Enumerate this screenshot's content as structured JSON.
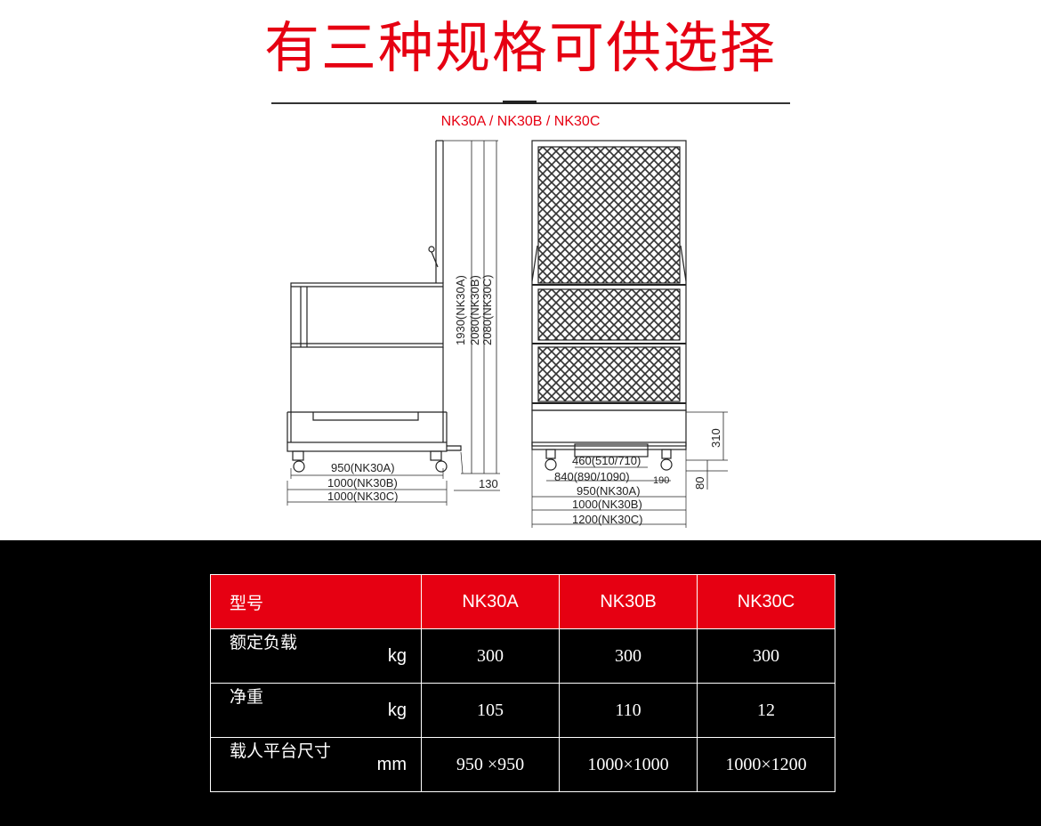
{
  "header": {
    "title": "有三种规格可供选择",
    "models": "NK30A / NK30B / NK30C"
  },
  "drawing": {
    "side_view": {
      "height_a": "1930(NK30A)",
      "height_b": "2080(NK30B)",
      "height_c": "2080(NK30C)",
      "base_height": "130",
      "width_a": "950(NK30A)",
      "width_b": "1000(NK30B)",
      "width_c": "1000(NK30C)"
    },
    "front_view": {
      "inner_width": "460(510/710)",
      "wheel_span": "840(890/1090)",
      "offset": "190",
      "width_a": "950(NK30A)",
      "width_b": "1000(NK30B)",
      "width_c": "1200(NK30C)",
      "base_height": "310",
      "wheel_height": "80"
    }
  },
  "spec_table": {
    "header": {
      "label": "型号",
      "cols": [
        "NK30A",
        "NK30B",
        "NK30C"
      ]
    },
    "rows": [
      {
        "label": "额定负载",
        "unit": "kg",
        "values": [
          "300",
          "300",
          "300"
        ]
      },
      {
        "label": "净重",
        "unit": "kg",
        "values": [
          "105",
          "110",
          "12"
        ]
      },
      {
        "label": "载人平台尺寸",
        "unit": "mm",
        "values": [
          "950 ×950",
          "1000×1000",
          "1000×1200"
        ]
      }
    ]
  }
}
